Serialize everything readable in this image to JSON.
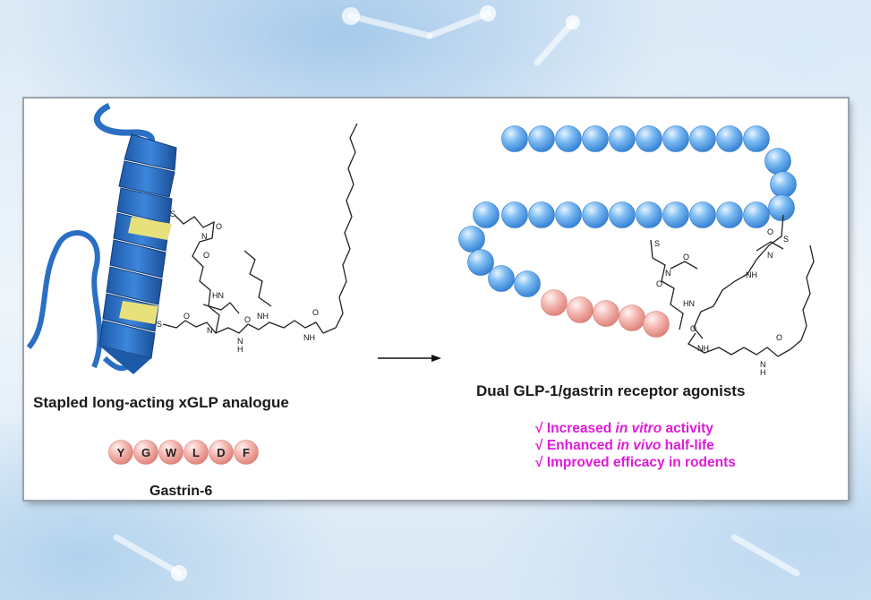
{
  "left_caption": "Stapled long-acting xGLP analogue",
  "right_caption": "Dual GLP-1/gastrin receptor agonists",
  "gastrin_label": "Gastrin-6",
  "gastrin_residues": [
    "Y",
    "G",
    "W",
    "L",
    "D",
    "F"
  ],
  "benefits": [
    {
      "check": "√ ",
      "before": "Increased ",
      "em": "in vitro",
      "after": " activity"
    },
    {
      "check": "√ ",
      "before": "Enhanced ",
      "em": "in vivo",
      "after": " half-life"
    },
    {
      "check": "√ ",
      "before": "Improved efficacy in rodents",
      "em": "",
      "after": ""
    }
  ],
  "colors": {
    "helix": "#2a6fc4",
    "staple": "#e8e07a",
    "blue_bead": "#5aa8ee",
    "pink_bead": "#f2a9a4",
    "benefit_text": "#e01ad8"
  },
  "atom_labels": [
    "S",
    "N",
    "O",
    "NH",
    "HN",
    "H"
  ]
}
